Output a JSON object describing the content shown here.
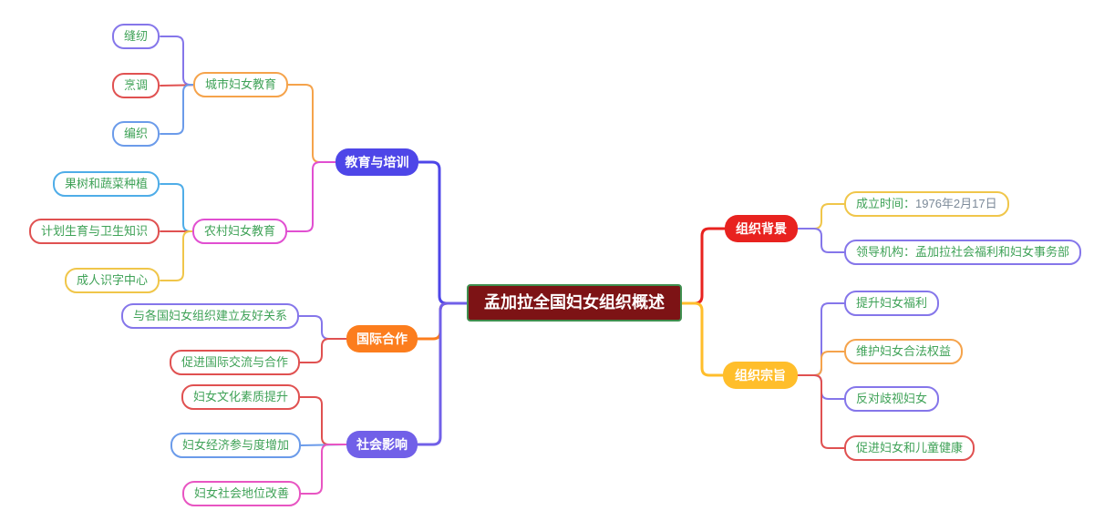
{
  "title": "孟加拉全国妇女组织概述",
  "colors": {
    "central_bg": "#7D1315",
    "central_border": "#3F8F4F",
    "text_green": "#3FA257",
    "date_gray": "#7C8A99",
    "branch_blue": "#4E46E8",
    "branch_orange": "#FC7D1D",
    "branch_purple": "#7160E8",
    "branch_red": "#E8221F",
    "branch_amber": "#FFBE2B",
    "purple": "#8576EA",
    "red": "#E05151",
    "blue": "#6B9BEA",
    "skyblue": "#4FADE8",
    "yellow": "#F0C64A",
    "orange": "#F5A34B",
    "magenta": "#E14FD1",
    "pink": "#E855C2"
  },
  "left_branches": [
    {
      "label": "教育与培训",
      "children": [
        {
          "label": "城市妇女教育",
          "children": [
            {
              "label": "缝纫"
            },
            {
              "label": "烹调"
            },
            {
              "label": "编织"
            }
          ]
        },
        {
          "label": "农村妇女教育",
          "children": [
            {
              "label": "果树和蔬菜种植"
            },
            {
              "label": "计划生育与卫生知识"
            },
            {
              "label": "成人识字中心"
            }
          ]
        }
      ]
    },
    {
      "label": "国际合作",
      "children": [
        {
          "label": "与各国妇女组织建立友好关系"
        },
        {
          "label": "促进国际交流与合作"
        }
      ]
    },
    {
      "label": "社会影响",
      "children": [
        {
          "label": "妇女文化素质提升"
        },
        {
          "label": "妇女经济参与度增加"
        },
        {
          "label": "妇女社会地位改善"
        }
      ]
    }
  ],
  "right_branches": [
    {
      "label": "组织背景",
      "children": [
        {
          "prefix": "成立时间：",
          "value": "1976年2月17日"
        },
        {
          "label": "领导机构：孟加拉社会福利和妇女事务部"
        }
      ]
    },
    {
      "label": "组织宗旨",
      "children": [
        {
          "label": "提升妇女福利"
        },
        {
          "label": "维护妇女合法权益"
        },
        {
          "label": "反对歧视妇女"
        },
        {
          "label": "促进妇女和儿童健康"
        }
      ]
    }
  ]
}
